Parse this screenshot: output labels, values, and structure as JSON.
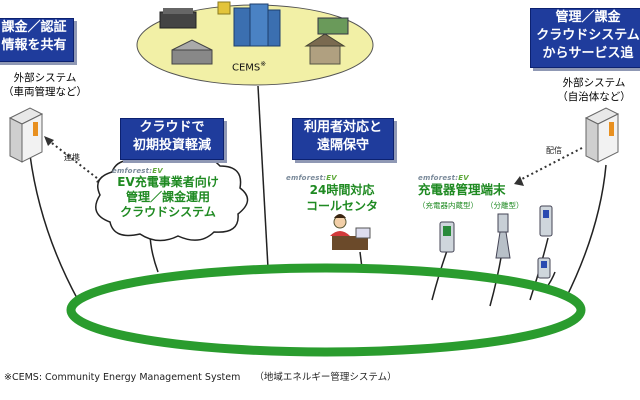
{
  "top_left_box": {
    "line1": "課金／認証",
    "line2": "情報を共有"
  },
  "top_right_box": {
    "line1": "管理／課金",
    "line2": "クラウドシステム",
    "line3": "からサービス追"
  },
  "left_system_caption": {
    "line1": "外部システム",
    "line2": "（車両管理など）"
  },
  "right_system_caption": {
    "line1": "外部システム",
    "line2": "（自治体など）"
  },
  "cems": {
    "label": "CEMS",
    "mark": "※"
  },
  "cloud_box": {
    "line1": "クラウドで",
    "line2": "初期投資軽減"
  },
  "cloud": {
    "brand_prefix": "emforest",
    "brand_suffix": "EV",
    "line1": "EV充電事業者向け",
    "line2": "管理／課金運用",
    "line3": "クラウドシステム"
  },
  "remote_box": {
    "line1": "利用者対応と",
    "line2": "遠隔保守"
  },
  "call_center": {
    "brand_prefix": "emforest",
    "brand_suffix": "EV",
    "line1": "24時間対応",
    "line2": "コールセンタ"
  },
  "charger": {
    "brand_prefix": "emforest",
    "brand_suffix": "EV",
    "title": "充電器管理端末",
    "note1": "（充電器内蔵型）",
    "note2": "（分離型）"
  },
  "arrows": {
    "left": "連携",
    "right": "配信"
  },
  "footnote": {
    "en": "※CEMS: Community Energy Management System",
    "jp": "（地域エネルギー管理システム）"
  },
  "colors": {
    "box_blue": "#1f3c9c",
    "ring_green": "#2a9c2e",
    "cems_yellow": "#f2f0a6",
    "text_green": "#1f8a22"
  }
}
